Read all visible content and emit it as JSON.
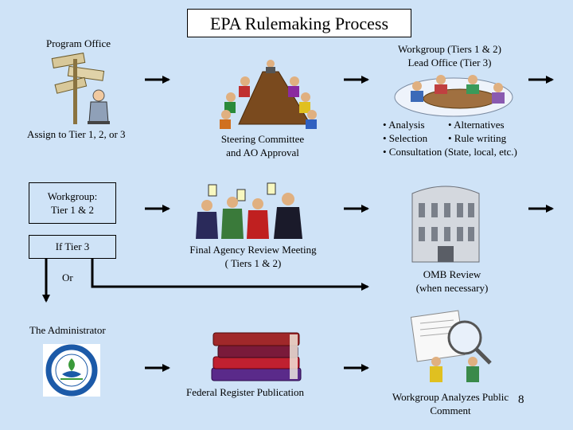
{
  "title": "EPA Rulemaking Process",
  "program_office": "Program Office",
  "assign_tier": "Assign to Tier 1, 2, or 3",
  "workgroup_tiers": {
    "line1": "Workgroup  (Tiers 1 & 2)",
    "line2": "Lead Office (Tier 3)"
  },
  "steering": {
    "line1": "Steering Committee",
    "line2": "and AO Approval"
  },
  "bullets": {
    "b1": "• Analysis",
    "b2": "• Alternatives",
    "b3": "• Selection",
    "b4": "• Rule writing",
    "b5": "• Consultation (State, local, etc.)"
  },
  "workgroup_box": {
    "line1": "Workgroup:",
    "line2": "Tier 1 & 2"
  },
  "if_tier3": "If  Tier 3",
  "or_label": "Or",
  "final_review": {
    "line1": "Final Agency Review Meeting",
    "line2": "( Tiers 1 & 2)"
  },
  "omb": {
    "line1": "OMB Review",
    "line2": "(when  necessary)"
  },
  "administrator": "The Administrator",
  "federal_register": "Federal Register Publication",
  "workgroup_comment": {
    "line1": "Workgroup Analyzes Public",
    "line2": "Comment"
  },
  "page_number": "8",
  "colors": {
    "background": "#cfe3f7",
    "arrow": "#000000",
    "epa_seal_blue": "#1c5aa8",
    "epa_seal_green": "#3a9a3a"
  }
}
